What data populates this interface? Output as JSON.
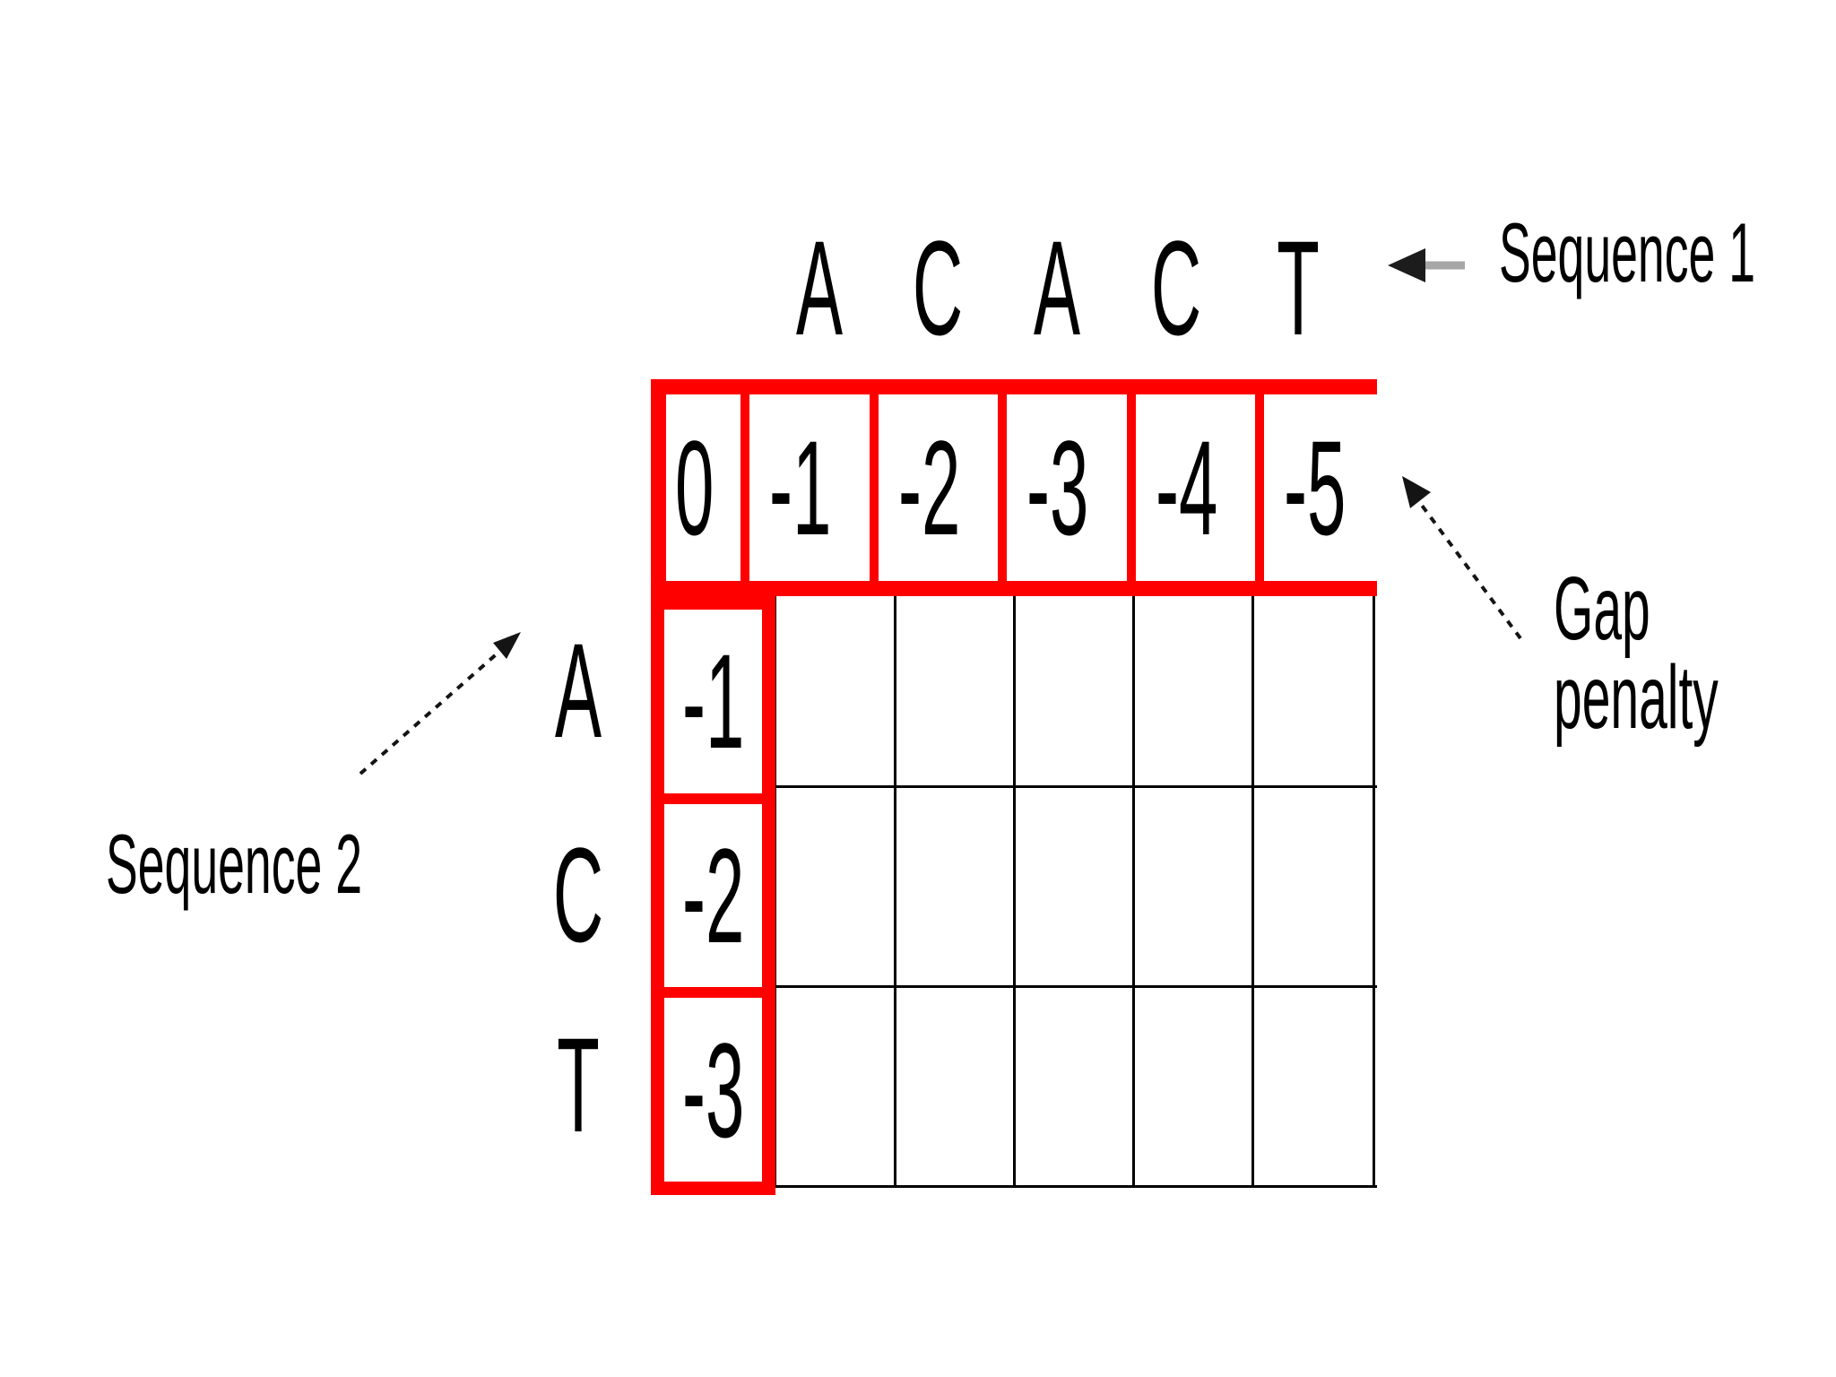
{
  "matrix": {
    "sequence1": [
      "A",
      "C",
      "A",
      "C",
      "T"
    ],
    "sequence2": [
      "A",
      "C",
      "T"
    ],
    "gap_penalty_row": [
      "0",
      "-1",
      "-2",
      "-3",
      "-4",
      "-5"
    ],
    "gap_penalty_column": [
      "-1",
      "-2",
      "-3"
    ],
    "rows": 4,
    "columns": 6
  },
  "labels": {
    "sequence1": "Sequence 1",
    "sequence2": "Sequence 2",
    "gap_penalty_line1": "Gap",
    "gap_penalty_line2": "penalty"
  },
  "colors": {
    "highlight_red": "#ff0000",
    "grid_line": "#000000",
    "text": "#000000",
    "arrow_shaft_gray": "#a6a6a6",
    "arrow_head_black": "#1c1c1c"
  }
}
